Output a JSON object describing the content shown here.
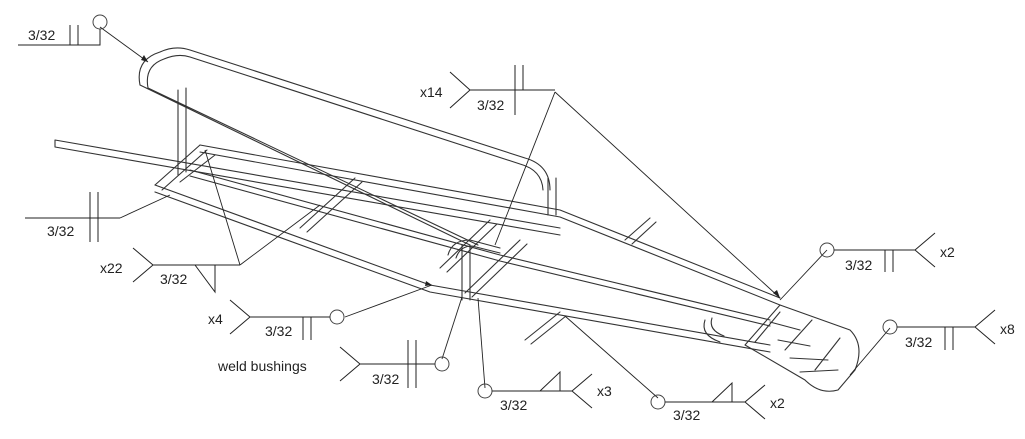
{
  "welds": [
    {
      "id": "w1",
      "size": "3/32",
      "qty": ""
    },
    {
      "id": "w2",
      "size": "3/32",
      "qty": "x14"
    },
    {
      "id": "w3",
      "size": "3/32",
      "qty": ""
    },
    {
      "id": "w4",
      "size": "3/32",
      "qty": "x22"
    },
    {
      "id": "w5",
      "size": "3/32",
      "qty": "x4"
    },
    {
      "id": "w6",
      "size": "3/32",
      "qty": "",
      "note": "weld bushings"
    },
    {
      "id": "w7",
      "size": "3/32",
      "qty": "x3"
    },
    {
      "id": "w8",
      "size": "3/32",
      "qty": "x2"
    },
    {
      "id": "w9",
      "size": "3/32",
      "qty": "x2"
    },
    {
      "id": "w10",
      "size": "3/32",
      "qty": "x8"
    }
  ]
}
